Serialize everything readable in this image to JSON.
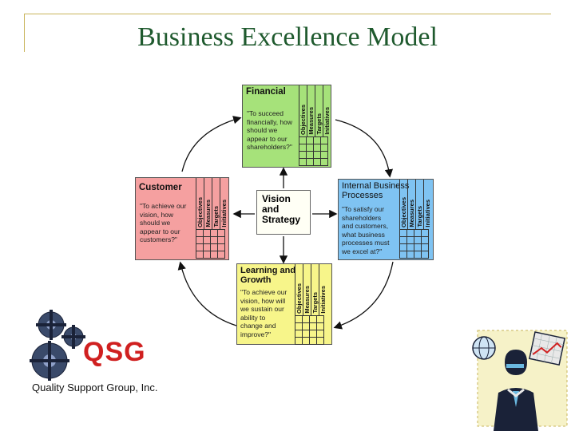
{
  "title": "Business Excellence Model",
  "measure_columns": [
    "Objectives",
    "Measures",
    "Targets",
    "Initiatives"
  ],
  "center": {
    "lines": [
      "Vision",
      "and",
      "Strategy"
    ]
  },
  "perspectives": {
    "financial": {
      "title": "Financial",
      "question": [
        "\"To succeed",
        "financially, how",
        "should we",
        "appear to our",
        "shareholders?\""
      ],
      "color": "#a6e27a"
    },
    "customer": {
      "title": "Customer",
      "question": [
        "\"To achieve our",
        "vision, how",
        "should we",
        "appear to our",
        "customers?\""
      ],
      "color": "#f5a0a0"
    },
    "internal": {
      "title": [
        "Internal Business",
        "Processes"
      ],
      "question": [
        "\"To satisfy our",
        "shareholders",
        "and customers,",
        "what business",
        "processes must",
        "we excel at?\""
      ],
      "color": "#7fc3f2"
    },
    "learning": {
      "title": [
        "Learning and",
        "Growth"
      ],
      "question": [
        "\"To achieve our",
        "vision, how will",
        "we sustain our",
        "ability to",
        "change and",
        "improve?\""
      ],
      "color": "#f7f58a"
    }
  },
  "logo": {
    "name": "QSG",
    "subtitle": "Quality Support Group, Inc.",
    "gear-icon": "gears"
  },
  "colors": {
    "title": "#1f5a2e",
    "frame": "#c8b45a",
    "logo_red": "#d02020"
  }
}
